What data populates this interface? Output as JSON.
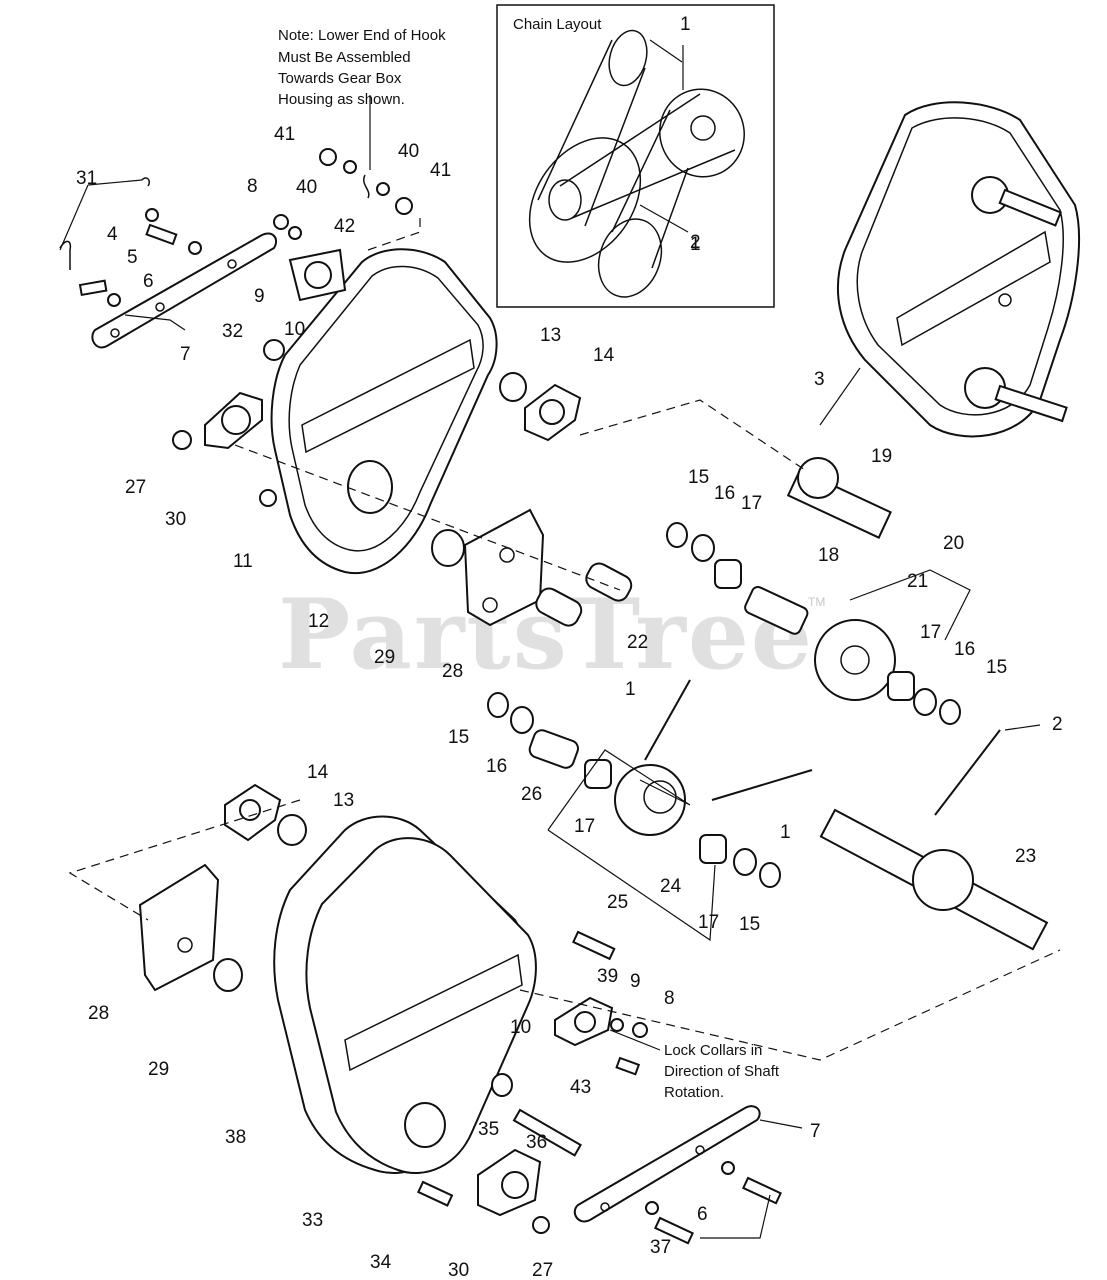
{
  "watermark": {
    "text": "PartsTree",
    "trademark": "TM"
  },
  "chain_layout": {
    "title": "Chain Layout"
  },
  "note_hook": [
    "Note: Lower End of Hook",
    "Must Be Assembled",
    "Towards Gear Box",
    "Housing as shown."
  ],
  "note_collars": [
    "Lock Collars in",
    "Direction of Shaft",
    "Rotation."
  ],
  "callouts": [
    "1",
    "1",
    "1",
    "1",
    "2",
    "2",
    "3",
    "4",
    "5",
    "6",
    "6",
    "7",
    "7",
    "8",
    "8",
    "9",
    "9",
    "10",
    "10",
    "11",
    "12",
    "13",
    "13",
    "14",
    "14",
    "15",
    "15",
    "15",
    "15",
    "16",
    "16",
    "16",
    "17",
    "17",
    "17",
    "17",
    "18",
    "19",
    "20",
    "21",
    "22",
    "23",
    "24",
    "25",
    "26",
    "27",
    "27",
    "28",
    "28",
    "29",
    "29",
    "30",
    "30",
    "31",
    "32",
    "33",
    "34",
    "35",
    "36",
    "37",
    "38",
    "39",
    "40",
    "40",
    "41",
    "41",
    "42",
    "43"
  ]
}
